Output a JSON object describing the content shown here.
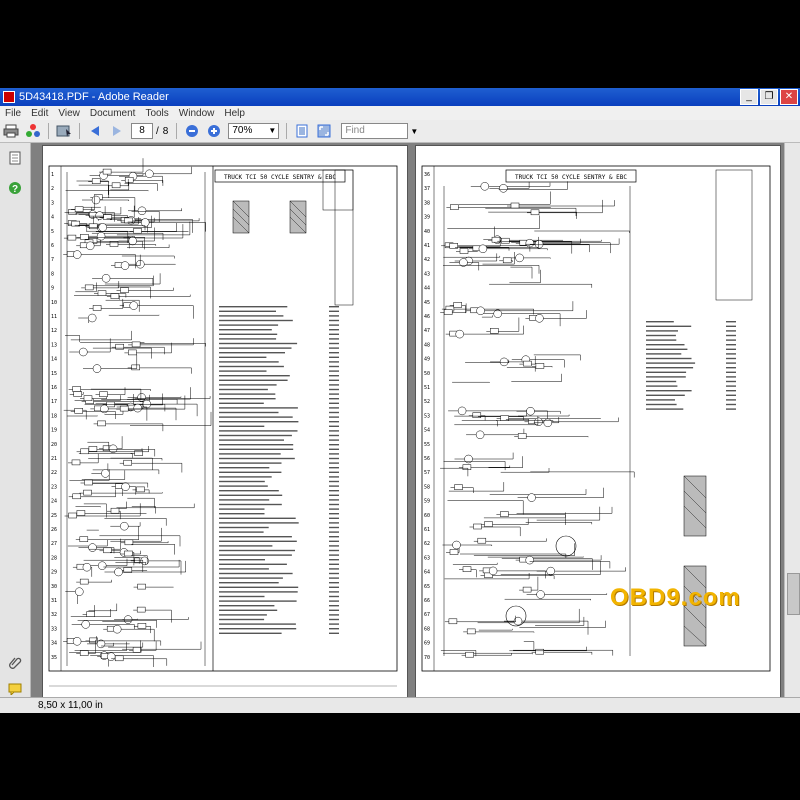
{
  "window": {
    "title": "5D43418.PDF - Adobe Reader",
    "buttons": {
      "minimize": "_",
      "maximize": "❐",
      "close": "✕"
    }
  },
  "menu": [
    "File",
    "Edit",
    "View",
    "Document",
    "Tools",
    "Window",
    "Help"
  ],
  "toolbar": {
    "current_page": "8",
    "page_separator": "/",
    "total_pages": "8",
    "zoom": "70%",
    "find_placeholder": "Find"
  },
  "status": {
    "page_size": "8,50 x 11,00 in"
  },
  "watermark": "OBD9.com",
  "pages": {
    "left": {
      "title": "TRUCK TCI 50 CYCLE SENTRY & EBC",
      "row_numbers": [
        "1",
        "2",
        "3",
        "4",
        "5",
        "6",
        "7",
        "8",
        "9",
        "10",
        "11",
        "12",
        "13",
        "14",
        "15",
        "16",
        "17",
        "18",
        "19",
        "20",
        "21",
        "22",
        "23",
        "24",
        "25",
        "26",
        "27",
        "28",
        "29",
        "30",
        "31",
        "32",
        "33",
        "34",
        "35"
      ]
    },
    "right": {
      "title": "TRUCK TCI 50 CYCLE SENTRY & EBC",
      "row_numbers": [
        "36",
        "37",
        "38",
        "39",
        "40",
        "41",
        "42",
        "43",
        "44",
        "45",
        "46",
        "47",
        "48",
        "49",
        "50",
        "51",
        "52",
        "53",
        "54",
        "55",
        "56",
        "57",
        "58",
        "59",
        "60",
        "61",
        "62",
        "63",
        "64",
        "65",
        "66",
        "67",
        "68",
        "69",
        "70"
      ]
    }
  }
}
